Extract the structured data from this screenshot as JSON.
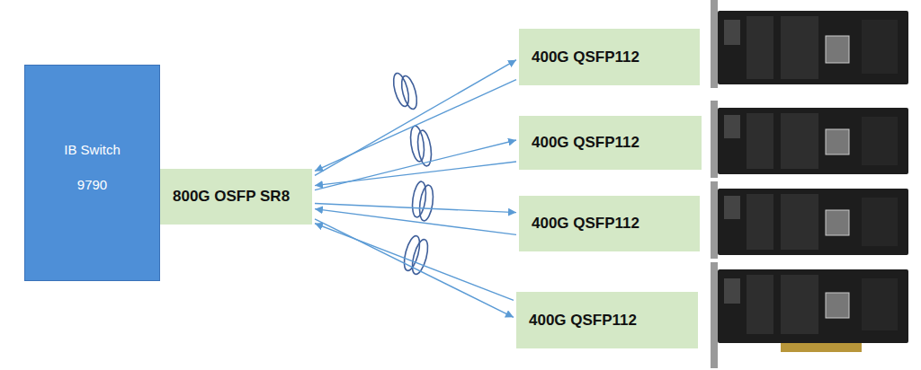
{
  "diagram": {
    "nodes": [
      {
        "text": [
          "IB Switch",
          "9790"
        ]
      },
      {
        "text": [
          "800G OSFP SR8"
        ]
      },
      {
        "text": [
          "400G QSFP112"
        ]
      },
      {
        "text": [
          "400G QSFP112"
        ]
      },
      {
        "text": [
          "400G QSFP112"
        ]
      },
      {
        "text": [
          "400G QSFP112"
        ]
      }
    ],
    "edges": [
      {
        "from": 1,
        "to": 2,
        "arrow": "to"
      },
      {
        "from": 2,
        "to": 1,
        "arrow": "to"
      },
      {
        "from": 1,
        "to": 3,
        "arrow": "to"
      },
      {
        "from": 3,
        "to": 1,
        "arrow": "to"
      },
      {
        "from": 1,
        "to": 4,
        "arrow": "to"
      },
      {
        "from": 4,
        "to": 1,
        "arrow": "to"
      },
      {
        "from": 1,
        "to": 5,
        "arrow": "to"
      },
      {
        "from": 5,
        "to": 1,
        "arrow": "to"
      }
    ]
  }
}
